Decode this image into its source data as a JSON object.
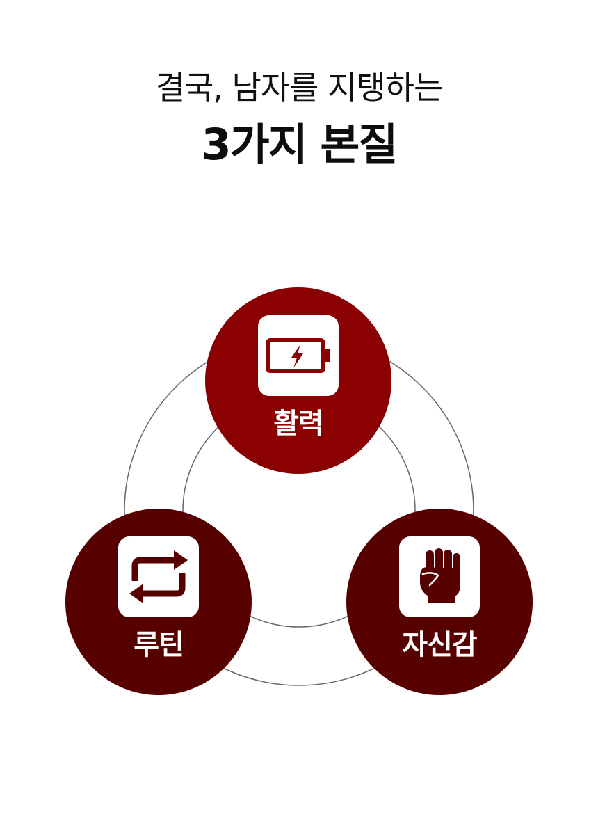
{
  "header": {
    "headline": "결국, 남자를 지탱하는",
    "highlight_title": "3가지 본질",
    "highlight_color": "#ffc77a"
  },
  "diagram": {
    "nodes": [
      {
        "id": "vitality",
        "label": "활력",
        "icon": "battery-charging-icon",
        "color": "#8b0000"
      },
      {
        "id": "routine",
        "label": "루틴",
        "icon": "repeat-arrows-icon",
        "color": "#560000"
      },
      {
        "id": "confidence",
        "label": "자신감",
        "icon": "raised-fist-icon",
        "color": "#560000"
      }
    ],
    "ring_color": "#666666"
  }
}
